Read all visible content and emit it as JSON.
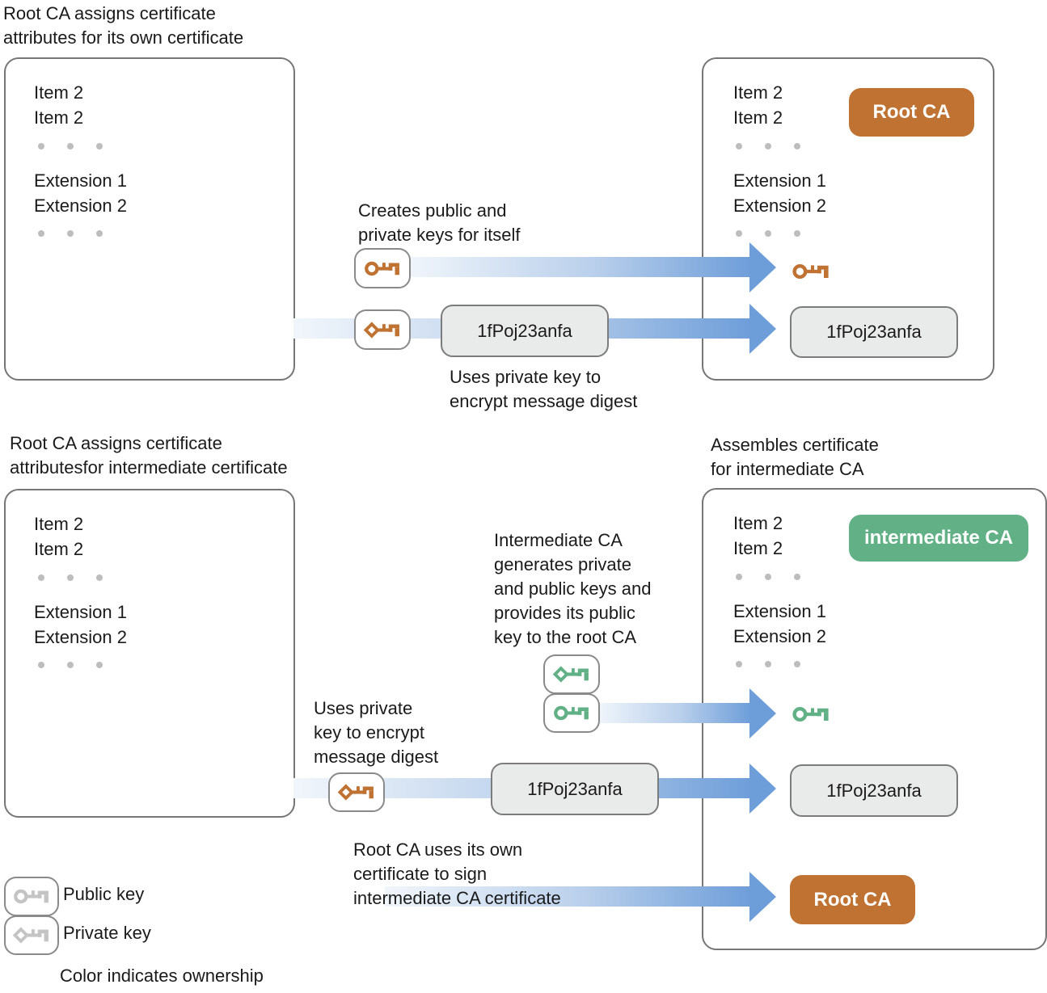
{
  "colors": {
    "root_ca_orange": "#BF7231",
    "intermediate_ca_green": "#62B086",
    "arrow_blue": "#6E9ED9",
    "key_gray": "#C4C4C4"
  },
  "headings": {
    "top_left": "Root CA assigns certificate\nattributes for its own certificate",
    "bottom_left": "Root CA assigns certificate\nattributesfor intermediate certificate",
    "bottom_right": "Assembles certificate\nfor intermediate CA"
  },
  "certificate_template": {
    "item_1": "Item 2",
    "item_2": "Item 2",
    "extension_1": "Extension 1",
    "extension_2": "Extension 2"
  },
  "badges": {
    "root_ca": "Root CA",
    "intermediate_ca": "intermediate CA"
  },
  "annotations": {
    "creates_keys": "Creates public and\nprivate keys for itself",
    "uses_private_top": "Uses private key to\nencrypt message digest",
    "intermediate_generates": "Intermediate CA\ngenerates private\nand public keys and\nprovides its public\nkey to the root CA",
    "uses_private_bottom": "Uses private\nkey to encrypt\nmessage digest",
    "root_signs": "Root CA uses its own\ncertificate to sign\nintermediate CA certificate"
  },
  "signature": "1fPoj23anfa",
  "legend": {
    "public_key": "Public key",
    "private_key": "Private key",
    "note": "Color indicates ownership"
  }
}
